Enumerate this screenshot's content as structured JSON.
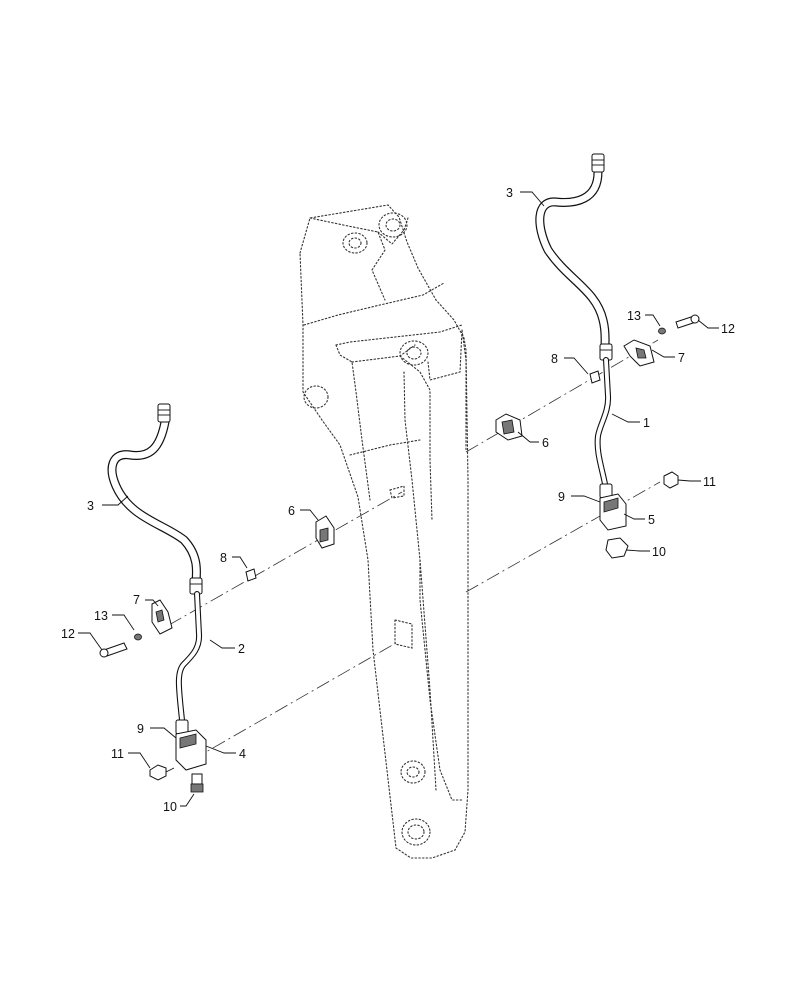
{
  "callouts": [
    {
      "id": "left-3",
      "text": "3"
    },
    {
      "id": "left-7",
      "text": "7"
    },
    {
      "id": "left-13",
      "text": "13"
    },
    {
      "id": "left-12",
      "text": "12"
    },
    {
      "id": "left-8",
      "text": "8"
    },
    {
      "id": "left-2",
      "text": "2"
    },
    {
      "id": "left-6",
      "text": "6"
    },
    {
      "id": "left-9",
      "text": "9"
    },
    {
      "id": "left-4",
      "text": "4"
    },
    {
      "id": "left-11",
      "text": "11"
    },
    {
      "id": "left-10",
      "text": "10"
    },
    {
      "id": "right-3",
      "text": "3"
    },
    {
      "id": "right-13",
      "text": "13"
    },
    {
      "id": "right-12",
      "text": "12"
    },
    {
      "id": "right-8",
      "text": "8"
    },
    {
      "id": "right-7",
      "text": "7"
    },
    {
      "id": "right-1",
      "text": "1"
    },
    {
      "id": "right-6",
      "text": "6"
    },
    {
      "id": "right-9",
      "text": "9"
    },
    {
      "id": "right-5",
      "text": "5"
    },
    {
      "id": "right-11",
      "text": "11"
    },
    {
      "id": "right-10",
      "text": "10"
    }
  ],
  "colors": {
    "line": "#111111",
    "phantom": "#333333",
    "background": "#ffffff"
  }
}
